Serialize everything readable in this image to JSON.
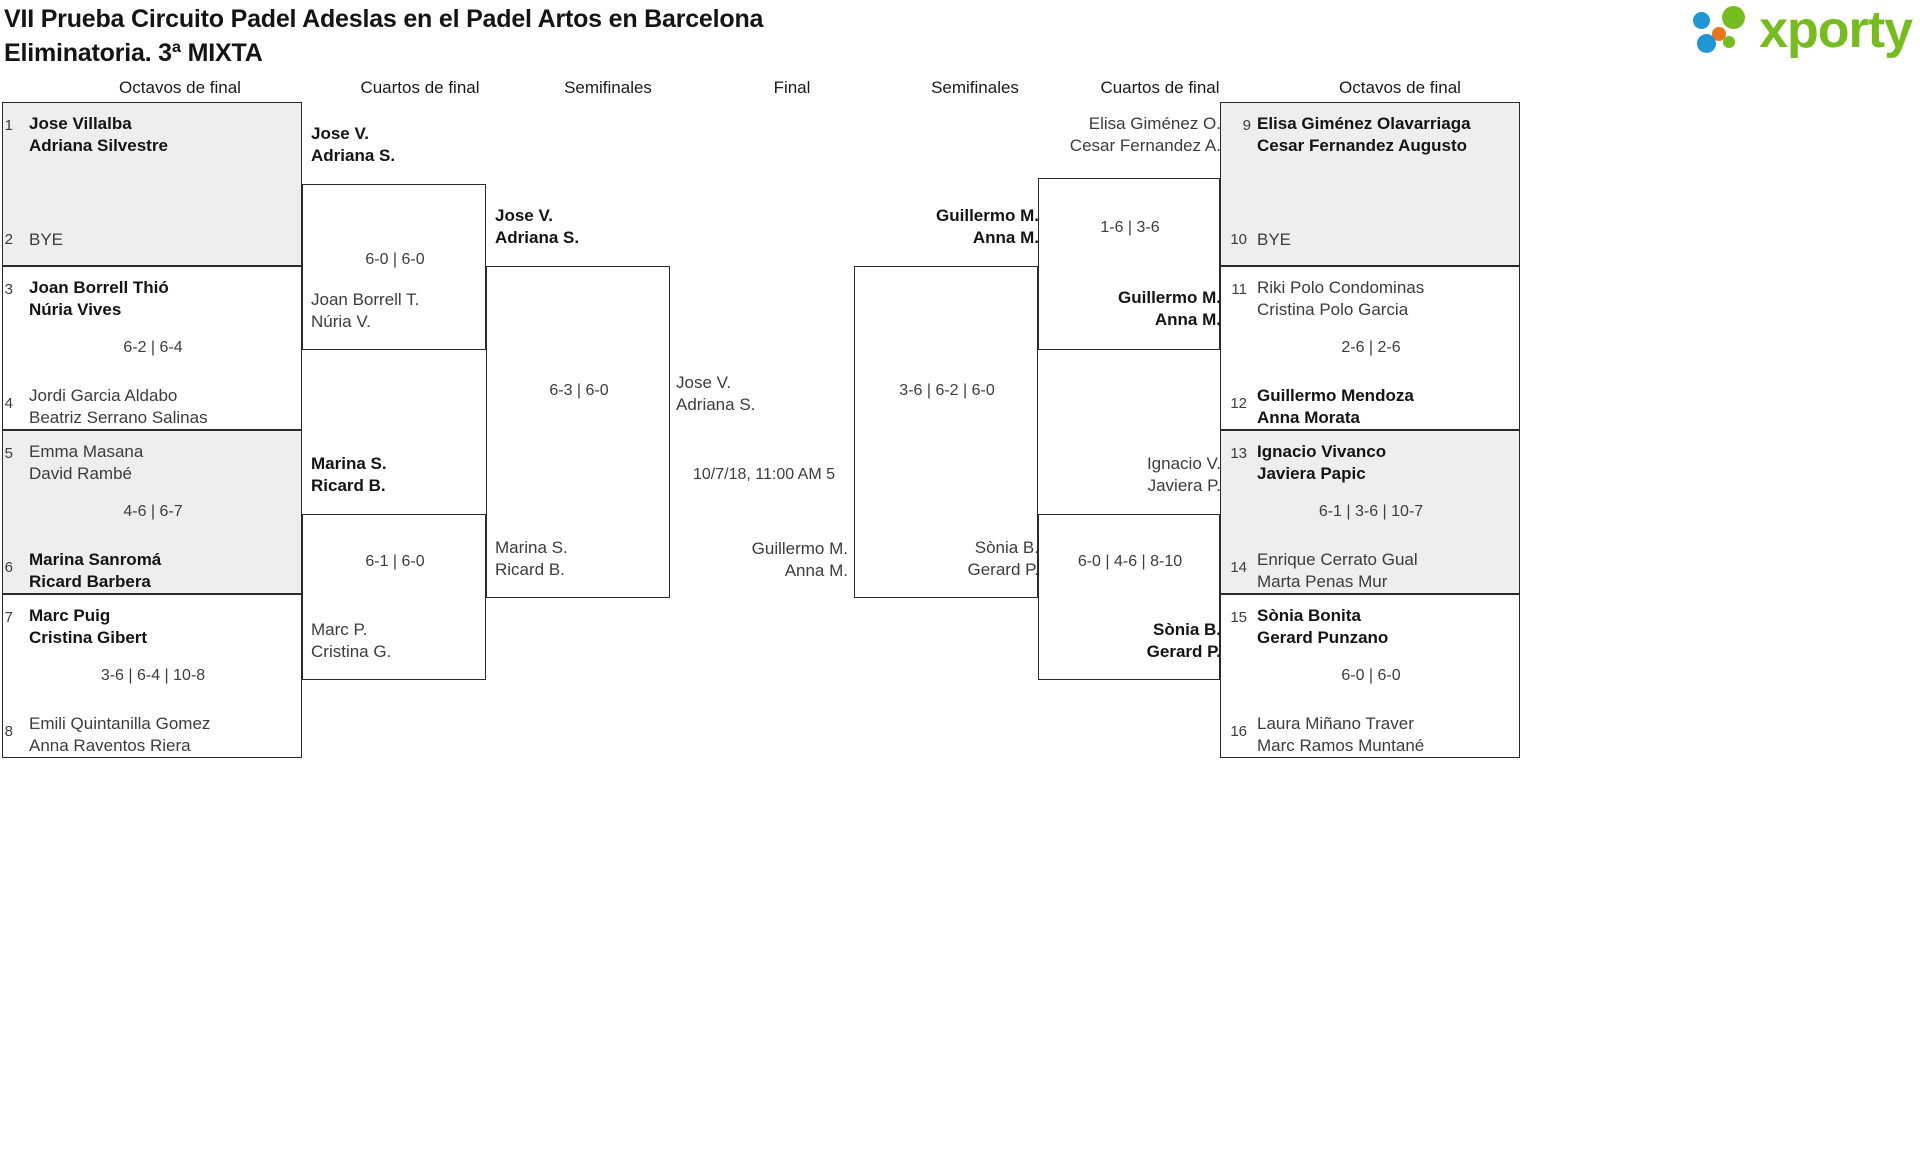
{
  "header": {
    "title_line1": "VII Prueba Circuito Padel Adeslas en el Padel Artos en Barcelona",
    "title_line2": "Eliminatoria. 3ª MIXTA",
    "logo_text": "xporty"
  },
  "round_headers": {
    "left_r16": "Octavos de final",
    "left_qf": "Cuartos de final",
    "left_sf": "Semifinales",
    "final": "Final",
    "right_sf": "Semifinales",
    "right_qf": "Cuartos de final",
    "right_r16": "Octavos de final"
  },
  "left_r16": [
    {
      "top_seed": "1",
      "top_names": [
        "Jose Villalba",
        "Adriana Silvestre"
      ],
      "top_winner": true,
      "bottom_seed": "2",
      "bottom_names": [
        "BYE"
      ],
      "bottom_winner": false,
      "score": "",
      "shaded": true
    },
    {
      "top_seed": "3",
      "top_names": [
        "Joan Borrell Thió",
        "Núria Vives"
      ],
      "top_winner": true,
      "bottom_seed": "4",
      "bottom_names": [
        "Jordi Garcia Aldabo",
        "Beatriz Serrano Salinas"
      ],
      "bottom_winner": false,
      "score": "6-2 | 6-4",
      "shaded": false
    },
    {
      "top_seed": "5",
      "top_names": [
        "Emma Masana",
        "David Rambé"
      ],
      "top_winner": false,
      "bottom_seed": "6",
      "bottom_names": [
        "Marina Sanromá",
        "Ricard Barbera"
      ],
      "bottom_winner": true,
      "score": "4-6 | 6-7",
      "shaded": true
    },
    {
      "top_seed": "7",
      "top_names": [
        "Marc Puig",
        "Cristina Gibert"
      ],
      "top_winner": true,
      "bottom_seed": "8",
      "bottom_names": [
        "Emili Quintanilla Gomez",
        "Anna Raventos Riera"
      ],
      "bottom_winner": false,
      "score": "3-6 | 6-4 | 10-8",
      "shaded": false
    }
  ],
  "left_qf": [
    {
      "top_names": [
        "Jose V.",
        "Adriana S."
      ],
      "top_winner": true,
      "bottom_names": [
        "Joan Borrell T.",
        "Núria V."
      ],
      "bottom_winner": false,
      "score": "6-0 | 6-0"
    },
    {
      "top_names": [
        "Marina S.",
        "Ricard B."
      ],
      "top_winner": true,
      "bottom_names": [
        "Marc P.",
        "Cristina G."
      ],
      "bottom_winner": false,
      "score": "6-1 | 6-0"
    }
  ],
  "left_sf": [
    {
      "top_names": [
        "Jose V.",
        "Adriana S."
      ],
      "top_winner": true,
      "bottom_names": [
        "Marina S.",
        "Ricard B."
      ],
      "bottom_winner": false,
      "score": "6-3 | 6-0"
    }
  ],
  "final": {
    "top_names": [
      "Jose V.",
      "Adriana S."
    ],
    "top_winner": false,
    "bottom_names": [
      "Guillermo M.",
      "Anna M."
    ],
    "bottom_winner": false,
    "score": "10/7/18, 11:00 AM 5"
  },
  "right_sf": [
    {
      "top_names": [
        "Guillermo M.",
        "Anna M."
      ],
      "top_winner": true,
      "bottom_names": [
        "Sònia B.",
        "Gerard P."
      ],
      "bottom_winner": false,
      "score": "3-6 | 6-2 | 6-0"
    }
  ],
  "right_qf": [
    {
      "top_names": [
        "Elisa Giménez O.",
        "Cesar Fernandez A."
      ],
      "top_winner": false,
      "bottom_names": [
        "Guillermo M.",
        "Anna M."
      ],
      "bottom_winner": true,
      "score": "1-6 | 3-6"
    },
    {
      "top_names": [
        "Ignacio V.",
        "Javiera P."
      ],
      "top_winner": false,
      "bottom_names": [
        "Sònia B.",
        "Gerard P."
      ],
      "bottom_winner": true,
      "score": "6-0 | 4-6 | 8-10"
    }
  ],
  "right_r16": [
    {
      "top_seed": "9",
      "top_names": [
        "Elisa Giménez Olavarriaga",
        "Cesar Fernandez Augusto"
      ],
      "top_winner": true,
      "bottom_seed": "10",
      "bottom_names": [
        "BYE"
      ],
      "bottom_winner": false,
      "score": "",
      "shaded": true
    },
    {
      "top_seed": "11",
      "top_names": [
        "Riki Polo Condominas",
        "Cristina Polo Garcia"
      ],
      "top_winner": false,
      "bottom_seed": "12",
      "bottom_names": [
        "Guillermo Mendoza",
        "Anna Morata"
      ],
      "bottom_winner": true,
      "score": "2-6 | 2-6",
      "shaded": false
    },
    {
      "top_seed": "13",
      "top_names": [
        "Ignacio Vivanco",
        "Javiera Papic"
      ],
      "top_winner": true,
      "bottom_seed": "14",
      "bottom_names": [
        "Enrique Cerrato Gual",
        "Marta Penas Mur"
      ],
      "bottom_winner": false,
      "score": "6-1 | 3-6 | 10-7",
      "shaded": true
    },
    {
      "top_seed": "15",
      "top_names": [
        "Sònia Bonita",
        "Gerard Punzano"
      ],
      "top_winner": true,
      "bottom_seed": "16",
      "bottom_names": [
        "Laura Miñano Traver",
        "Marc Ramos Muntané"
      ],
      "bottom_winner": false,
      "score": "6-0 | 6-0",
      "shaded": false
    }
  ]
}
